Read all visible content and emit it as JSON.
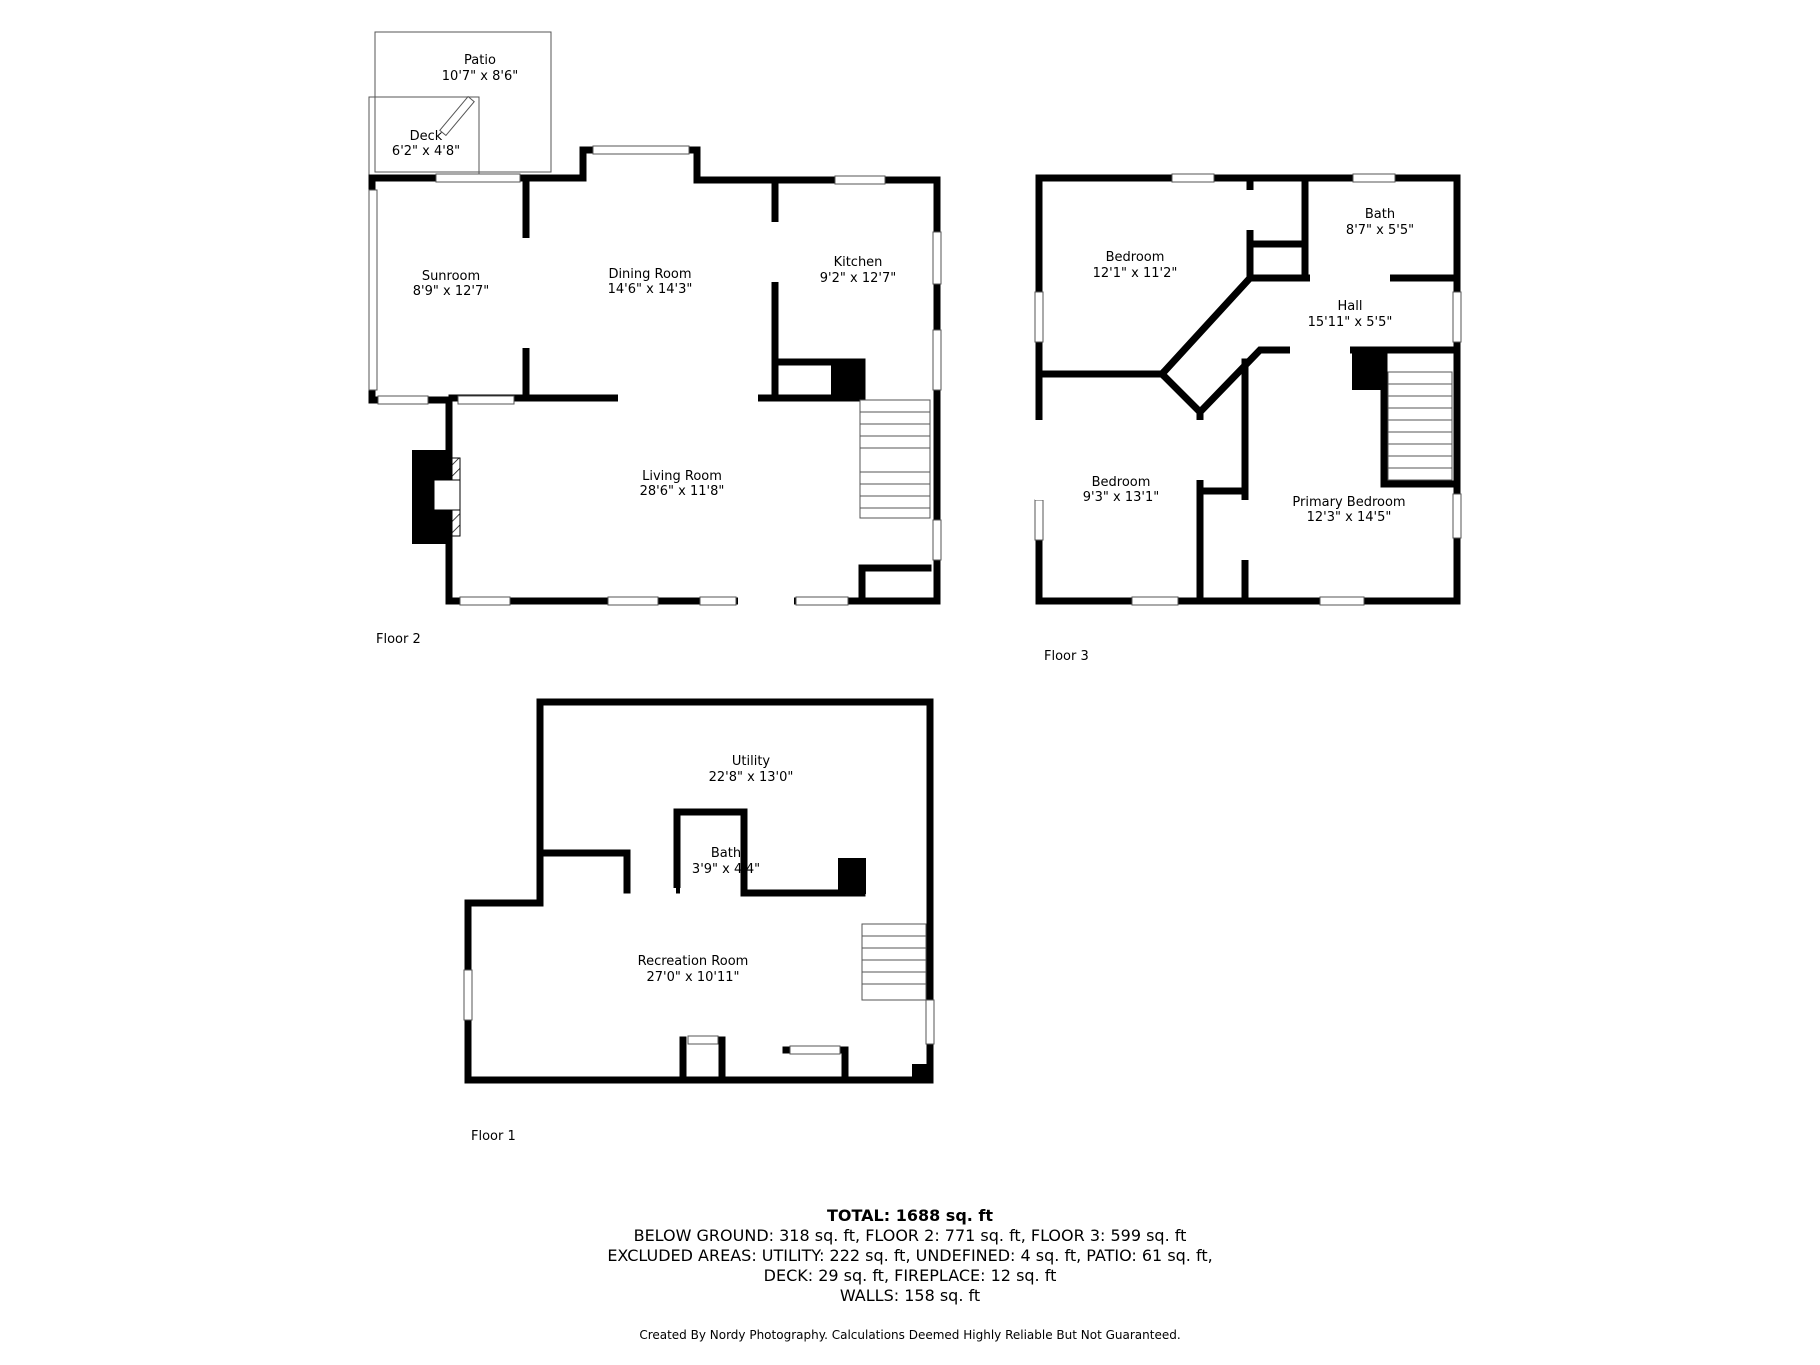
{
  "floors": [
    {
      "label": "Floor 2",
      "rooms": [
        {
          "name": "Patio",
          "dims": "10'7\" x 8'6\""
        },
        {
          "name": "Deck",
          "dims": "6'2\" x 4'8\""
        },
        {
          "name": "Sunroom",
          "dims": "8'9\" x 12'7\""
        },
        {
          "name": "Dining Room",
          "dims": "14'6\" x 14'3\""
        },
        {
          "name": "Kitchen",
          "dims": "9'2\" x 12'7\""
        },
        {
          "name": "Living Room",
          "dims": "28'6\" x 11'8\""
        }
      ]
    },
    {
      "label": "Floor 3",
      "rooms": [
        {
          "name": "Bedroom",
          "dims": "12'1\" x 11'2\""
        },
        {
          "name": "Bath",
          "dims": "8'7\" x 5'5\""
        },
        {
          "name": "Hall",
          "dims": "15'11\" x 5'5\""
        },
        {
          "name": "Bedroom",
          "dims": "9'3\" x 13'1\""
        },
        {
          "name": "Primary Bedroom",
          "dims": "12'3\" x 14'5\""
        }
      ]
    },
    {
      "label": "Floor 1",
      "rooms": [
        {
          "name": "Utility",
          "dims": "22'8\" x 13'0\""
        },
        {
          "name": "Bath",
          "dims": "3'9\" x 4'4\""
        },
        {
          "name": "Recreation Room",
          "dims": "27'0\" x 10'11\""
        }
      ]
    }
  ],
  "summary": {
    "total": "TOTAL: 1688 sq. ft",
    "line1": "BELOW GROUND: 318 sq. ft, FLOOR 2: 771 sq. ft, FLOOR 3: 599 sq. ft",
    "line2": "EXCLUDED AREAS: UTILITY: 222 sq. ft, UNDEFINED: 4 sq. ft, PATIO: 61 sq. ft,",
    "line3": "DECK: 29 sq. ft, FIREPLACE: 12 sq. ft",
    "line4": "WALLS: 158 sq. ft"
  },
  "credit": "Created By Nordy Photography. Calculations Deemed Highly Reliable But Not Guaranteed."
}
